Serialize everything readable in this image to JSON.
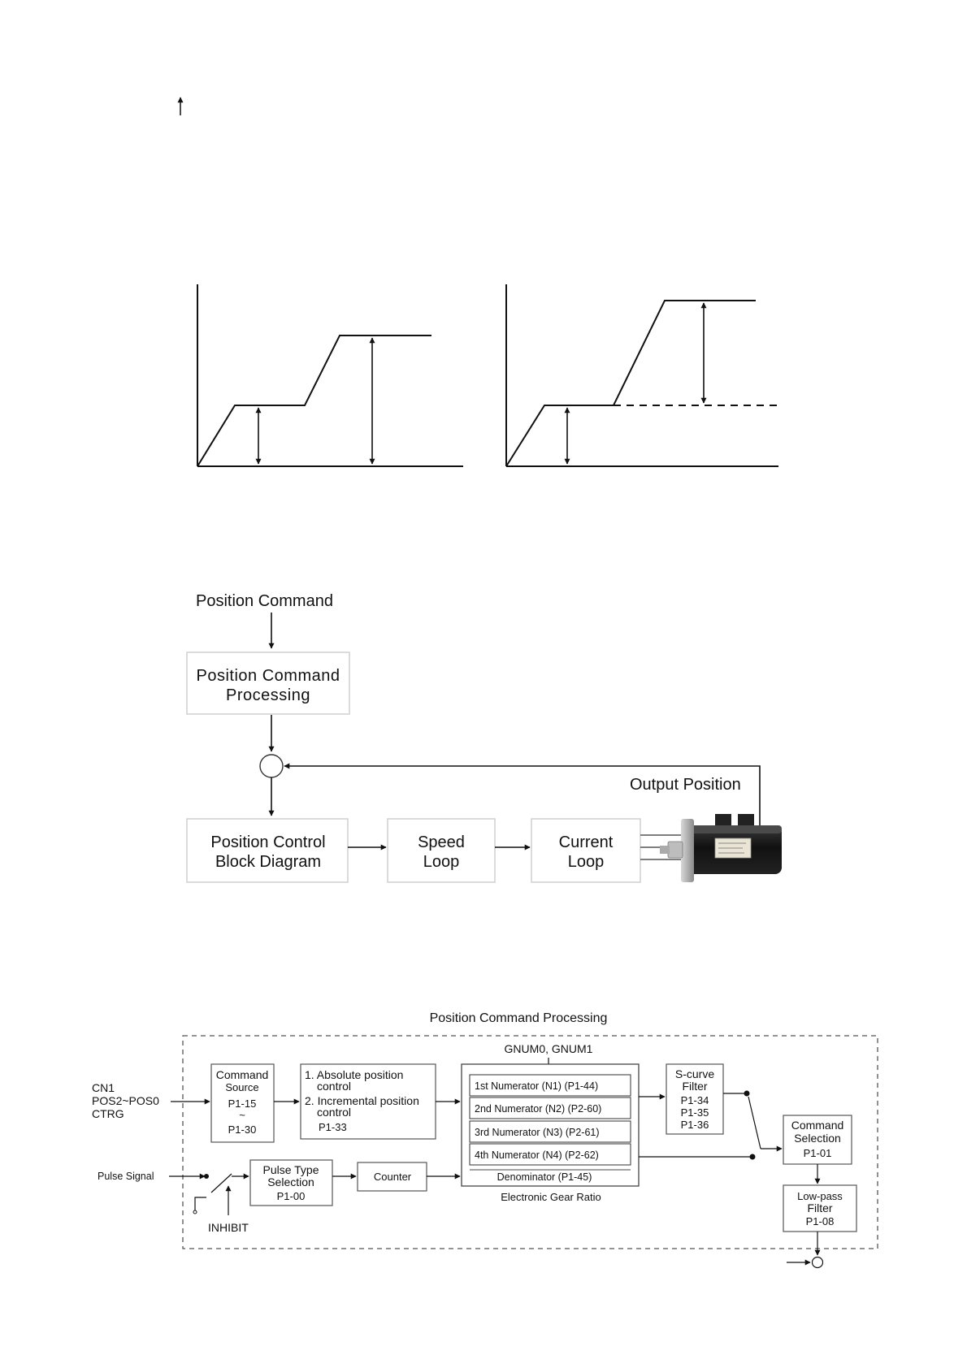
{
  "block_diagram": {
    "position_command": "Position Command",
    "processing_line1": "Position Command",
    "processing_line2": "Processing",
    "output_position": "Output Position",
    "pcbd_line1": "Position Control",
    "pcbd_line2": "Block Diagram",
    "speed_line1": "Speed",
    "speed_line2": "Loop",
    "current_line1": "Current",
    "current_line2": "Loop"
  },
  "processing_diagram": {
    "title": "Position Command Processing",
    "cn1_line1": "CN1",
    "cn1_line2": "POS2~POS0",
    "cn1_line3": "CTRG",
    "pulse_signal": "Pulse Signal",
    "inhibit": "INHIBIT",
    "command_source": {
      "line1": "Command",
      "line2": "Source",
      "line3": "P1-15",
      "line4": "~",
      "line5": "P1-30"
    },
    "mode": {
      "line1": "1. Absolute position",
      "line2": "control",
      "line3": "2. Incremental position",
      "line4": "control",
      "line5": "P1-33"
    },
    "pulse_type": {
      "line1": "Pulse Type",
      "line2": "Selection",
      "line3": "P1-00"
    },
    "counter": "Counter",
    "gnum": "GNUM0, GNUM1",
    "gear": {
      "num1": "1st Numerator (N1) (P1-44)",
      "num2": "2nd Numerator (N2) (P2-60)",
      "num3": "3rd Numerator (N3) (P2-61)",
      "num4": "4th Numerator (N4) (P2-62)",
      "denominator": "Denominator (P1-45)",
      "caption": "Electronic Gear Ratio"
    },
    "scurve": {
      "line1": "S-curve",
      "line2": "Filter",
      "line3": "P1-34",
      "line4": "P1-35",
      "line5": "P1-36"
    },
    "selection": {
      "line1": "Command",
      "line2": "Selection",
      "line3": "P1-01"
    },
    "lowpass": {
      "line1": "Low-pass",
      "line2": "Filter",
      "line3": "P1-08"
    }
  }
}
